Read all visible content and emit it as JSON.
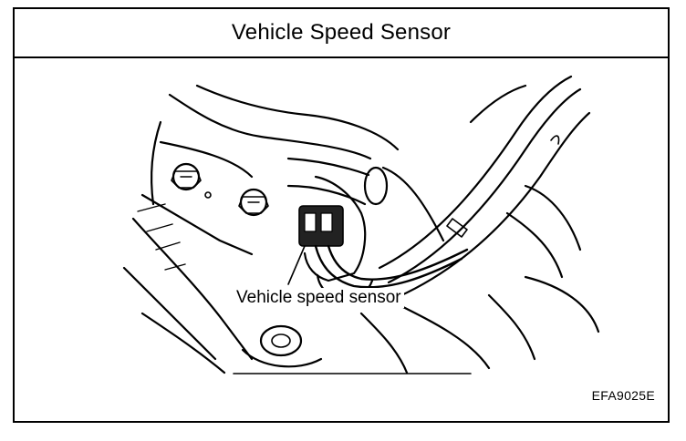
{
  "title": "Vehicle Speed Sensor",
  "figure": {
    "callout_label": "Vehicle speed sensor",
    "figure_code": "EFA9025E"
  }
}
